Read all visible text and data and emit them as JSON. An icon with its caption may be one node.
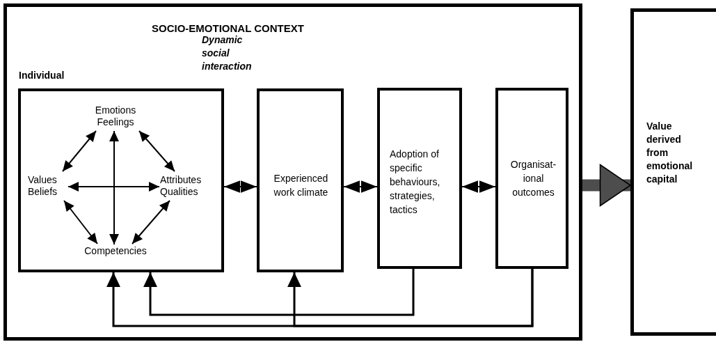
{
  "diagram": {
    "nodes": [
      {
        "text": [
          "SOCIO-EMOTIONAL CONTEXT"
        ]
      },
      {
        "text": [
          "Individual"
        ],
        "in": 0
      },
      {
        "text": [
          "Emotions Feelings"
        ],
        "in": 1
      },
      {
        "text": [
          "Values Beliefs"
        ],
        "in": 1
      },
      {
        "text": [
          "Attributes Qualities"
        ],
        "in": 1
      },
      {
        "text": [
          "Competencies"
        ],
        "in": 1
      },
      {
        "text": [
          "Experienced work climate"
        ],
        "in": 0
      },
      {
        "text": [
          "Adoption of specific behaviours, strategies, tactics"
        ],
        "in": 0
      },
      {
        "text": [
          "Organisat- ional outcomes"
        ],
        "in": 0
      },
      {
        "text": [
          "Value derived from emotional capital"
        ]
      }
    ],
    "edges": [
      {
        "from": 2,
        "to": 3,
        "arrow": "both"
      },
      {
        "from": 2,
        "to": 4,
        "arrow": "both"
      },
      {
        "from": 3,
        "to": 4,
        "arrow": "both"
      },
      {
        "from": 2,
        "to": 5,
        "arrow": "both"
      },
      {
        "from": 3,
        "to": 5,
        "arrow": "both"
      },
      {
        "from": 4,
        "to": 5,
        "arrow": "both"
      },
      {
        "from": 1,
        "to": 6,
        "arrow": "both"
      },
      {
        "from": 6,
        "to": 7,
        "arrow": "both"
      },
      {
        "from": 7,
        "to": 8,
        "arrow": "both"
      },
      {
        "from": 7,
        "to": 1,
        "arrow": "to"
      },
      {
        "from": 8,
        "to": 1,
        "arrow": "to"
      },
      {
        "from": 8,
        "to": 6,
        "arrow": "to"
      },
      {
        "from": 0,
        "to": 9,
        "arrow": "to",
        "style": "thick",
        "color": "#4d4d4d"
      }
    ],
    "labels": [
      "Dynamic social interaction"
    ]
  }
}
